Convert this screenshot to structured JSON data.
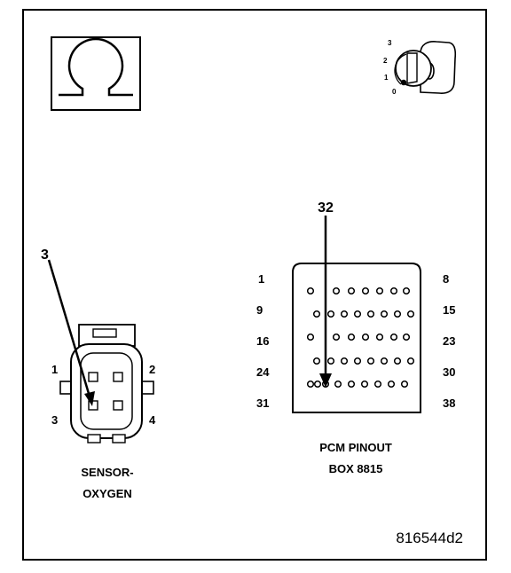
{
  "sensor": {
    "pointer_label": "3",
    "pin_labels": {
      "p1": "1",
      "p2": "2",
      "p3": "3",
      "p4": "4"
    },
    "title_line1": "SENSOR-",
    "title_line2": "OXYGEN"
  },
  "pcm": {
    "pointer_label": "32",
    "row_left_labels": [
      "1",
      "9",
      "16",
      "24",
      "31"
    ],
    "row_right_labels": [
      "8",
      "15",
      "23",
      "30",
      "38"
    ],
    "title_line1": "PCM PINOUT",
    "title_line2": "BOX 8815"
  },
  "ignition": {
    "positions": [
      "3",
      "2",
      "1",
      "0"
    ]
  },
  "figure_id": "816544d2",
  "colors": {
    "ink": "#000000",
    "paper": "#ffffff"
  },
  "icons": [
    "ohm-symbol-icon",
    "ignition-key-icon"
  ]
}
